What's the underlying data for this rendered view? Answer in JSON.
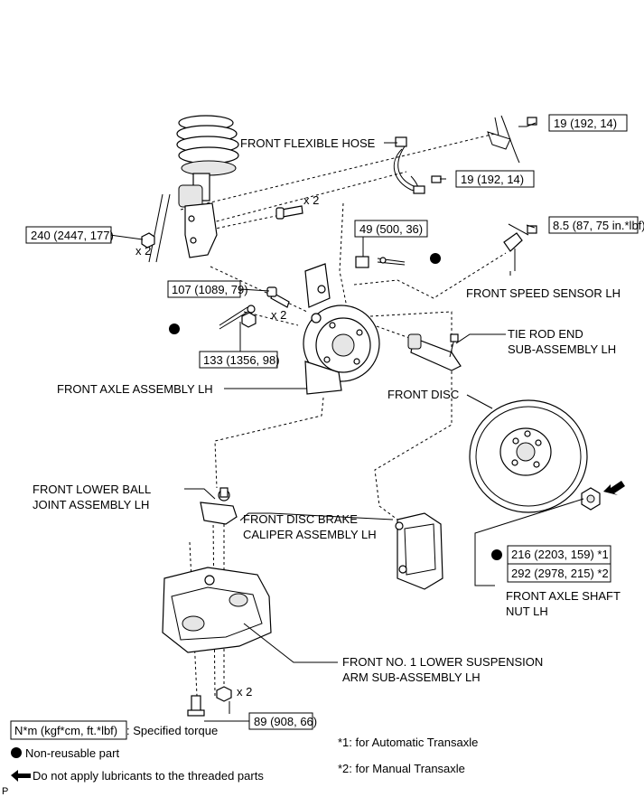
{
  "labels": {
    "front_flexible_hose": "FRONT FLEXIBLE HOSE",
    "front_speed_sensor": "FRONT SPEED SENSOR LH",
    "tie_rod_end_1": "TIE ROD END",
    "tie_rod_end_2": "SUB-ASSEMBLY LH",
    "front_axle_assembly": "FRONT AXLE ASSEMBLY LH",
    "front_disc": "FRONT DISC",
    "lower_ball_joint_1": "FRONT LOWER BALL",
    "lower_ball_joint_2": "JOINT ASSEMBLY LH",
    "caliper_1": "FRONT DISC BRAKE",
    "caliper_2": "CALIPER ASSEMBLY LH",
    "axle_nut_1": "FRONT AXLE SHAFT",
    "axle_nut_2": "NUT LH",
    "lower_arm_1": "FRONT NO. 1 LOWER SUSPENSION",
    "lower_arm_2": "ARM SUB-ASSEMBLY LH"
  },
  "torques": {
    "hose_bracket_top": "19 (192, 14)",
    "hose_bracket_mid": "19 (192, 14)",
    "strut_bolt": "240 (2447, 177)",
    "tie_rod_nut": "49 (500, 36)",
    "speed_sensor": "8.5 (87, 75 in.*lbf)",
    "caliper_bolt": "107 (1089, 79)",
    "ball_joint_nut": "133 (1356, 98)",
    "axle_nut_at": "216 (2203, 159) *1",
    "axle_nut_mt": "292 (2978, 215) *2",
    "lower_arm_bolt": "89 (908, 66)"
  },
  "multipliers": {
    "strut_bolt_count": "x 2",
    "strut_nut_count": "x 2",
    "caliper_bolt_count": "x 2",
    "lower_arm_count": "x 2"
  },
  "legend": {
    "torque_unit": "N*m (kgf*cm, ft.*lbf)",
    "torque_desc": ": Specified torque",
    "non_reusable": "Non-reusable part",
    "no_lubricant": "Do not apply lubricants to the threaded parts",
    "note_at": "*1: for Automatic Transaxle",
    "note_mt": "*2: for Manual Transaxle"
  },
  "corner_mark": "P"
}
